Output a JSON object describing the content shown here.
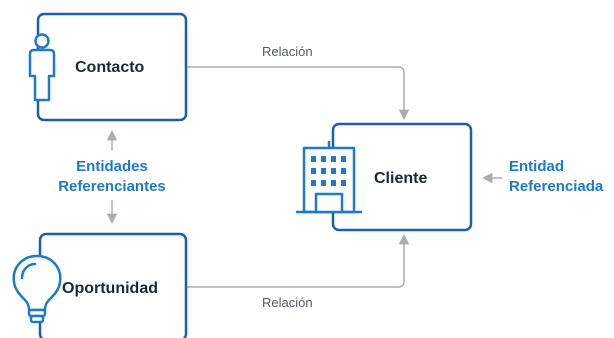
{
  "nodes": {
    "contacto": {
      "label": "Contacto"
    },
    "oportunidad": {
      "label": "Oportunidad"
    },
    "cliente": {
      "label": "Cliente"
    }
  },
  "edges": {
    "top_relation": "Relación",
    "bottom_relation": "Relación"
  },
  "annotations": {
    "referencing": [
      "Entidades",
      "Referenciantes"
    ],
    "referenced": [
      "Entidad",
      "Referenciada"
    ]
  },
  "colors": {
    "box_border": "#1c5fa8",
    "accent": "#1f7ac4",
    "arrow": "#a9adb2",
    "icon": "#1f7ac4"
  },
  "icons": {
    "contacto": "person-icon",
    "oportunidad": "lightbulb-icon",
    "cliente": "building-icon"
  }
}
